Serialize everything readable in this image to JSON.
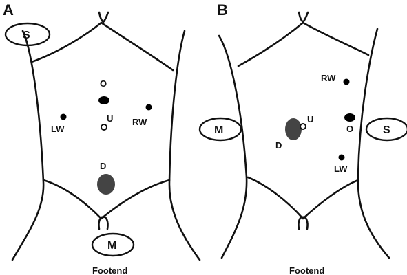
{
  "panels": [
    {
      "letter": "A",
      "footer": "Footend",
      "ports": {
        "O": "O",
        "U": "U",
        "LW": "LW",
        "RW": "RW",
        "D": "D"
      },
      "ovals": {
        "S": "S",
        "M": "M"
      }
    },
    {
      "letter": "B",
      "footer": "Footend",
      "ports": {
        "O": "O",
        "U": "U",
        "LW": "LW",
        "RW": "RW",
        "D": "D"
      },
      "ovals": {
        "S": "S",
        "M": "M"
      }
    }
  ],
  "colors": {
    "outline": "#111111",
    "dot": "#000000",
    "large_mark": "#444444"
  }
}
